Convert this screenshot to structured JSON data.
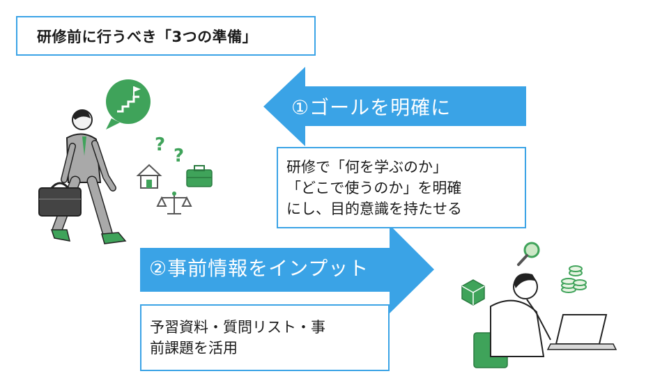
{
  "title": "研修前に行うべき「3つの準備」",
  "step1": {
    "label": "①ゴールを明確に",
    "desc_lines": [
      "研修で「何を学ぶのか」",
      "「どこで使うのか」を明確",
      "にし、目的意識を持たせる"
    ]
  },
  "step2": {
    "label": "②事前情報をインプット",
    "desc_lines": [
      "予習資料・質問リスト・事",
      "前課題を活用"
    ]
  },
  "colors": {
    "accent": "#3aa3e6",
    "green": "#4caf50"
  },
  "icons": [
    "businessman-walking",
    "speech-bubble-stairs-flag",
    "question-marks",
    "house-icon",
    "briefcase-icon",
    "scale-icon",
    "person-at-laptop",
    "magnifier-icon",
    "cube-icon",
    "coins-icon"
  ]
}
